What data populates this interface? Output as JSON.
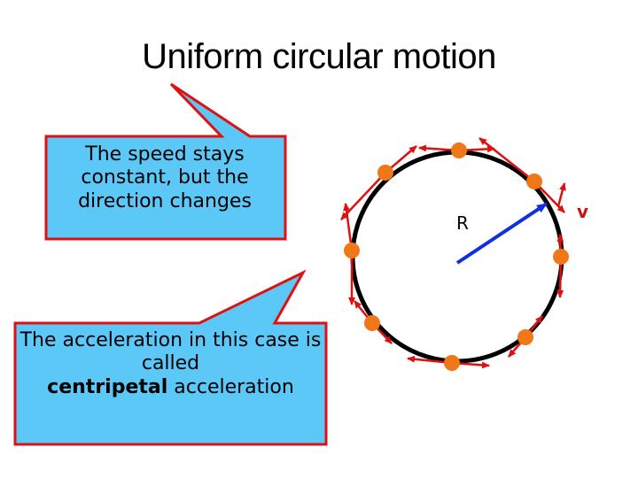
{
  "title": "Uniform circular motion",
  "callout_speed": {
    "text": "The speed stays constant, but the direction changes"
  },
  "callout_accel": {
    "text_before": "The acceleration in this case is called",
    "text_bold": "centripetal",
    "text_after": "acceleration"
  },
  "labels": {
    "radius": "R",
    "velocity": "v"
  },
  "colors": {
    "callout_fill": "#5cc8f8",
    "callout_border": "#e01010",
    "circle": "#000000",
    "ball": "#f07818",
    "velocity_arrow": "#dd1111",
    "radius_arrow": "#1030e0"
  }
}
